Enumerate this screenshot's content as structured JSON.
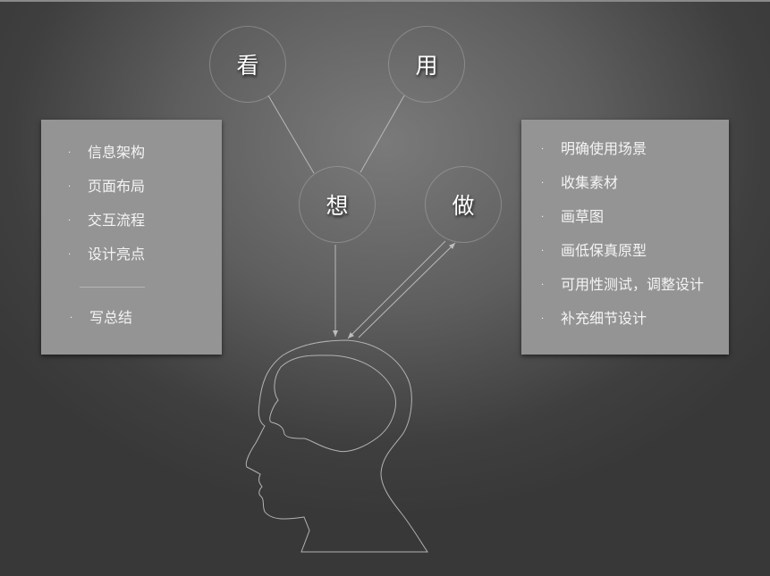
{
  "diagram": {
    "nodes": [
      {
        "id": "look",
        "label": "看"
      },
      {
        "id": "use",
        "label": "用"
      },
      {
        "id": "think",
        "label": "想"
      },
      {
        "id": "do",
        "label": "做"
      }
    ],
    "edges": [
      {
        "from": "look",
        "to": "think",
        "type": "line"
      },
      {
        "from": "use",
        "to": "think",
        "type": "line"
      },
      {
        "from": "think",
        "to": "head",
        "type": "arrow"
      },
      {
        "from": "do",
        "to": "head",
        "type": "arrow"
      },
      {
        "from": "head",
        "to": "do",
        "type": "arrow"
      }
    ],
    "center_graphic": "head-with-brain-outline"
  },
  "left_panel": {
    "items": [
      "信息架构",
      "页面布局",
      "交互流程",
      "设计亮点"
    ],
    "after_divider": [
      "写总结"
    ]
  },
  "right_panel": {
    "items": [
      "明确使用场景",
      "收集素材",
      "画草图",
      "画低保真原型",
      "可用性测试，调整设计",
      "补充细节设计"
    ]
  },
  "bullet_glyph": "·",
  "colors": {
    "background_center": "#7a7a7a",
    "background_edge": "#383838",
    "panel": "#949494",
    "text": "#f4f4f4",
    "lines": "#b8b8b8"
  }
}
